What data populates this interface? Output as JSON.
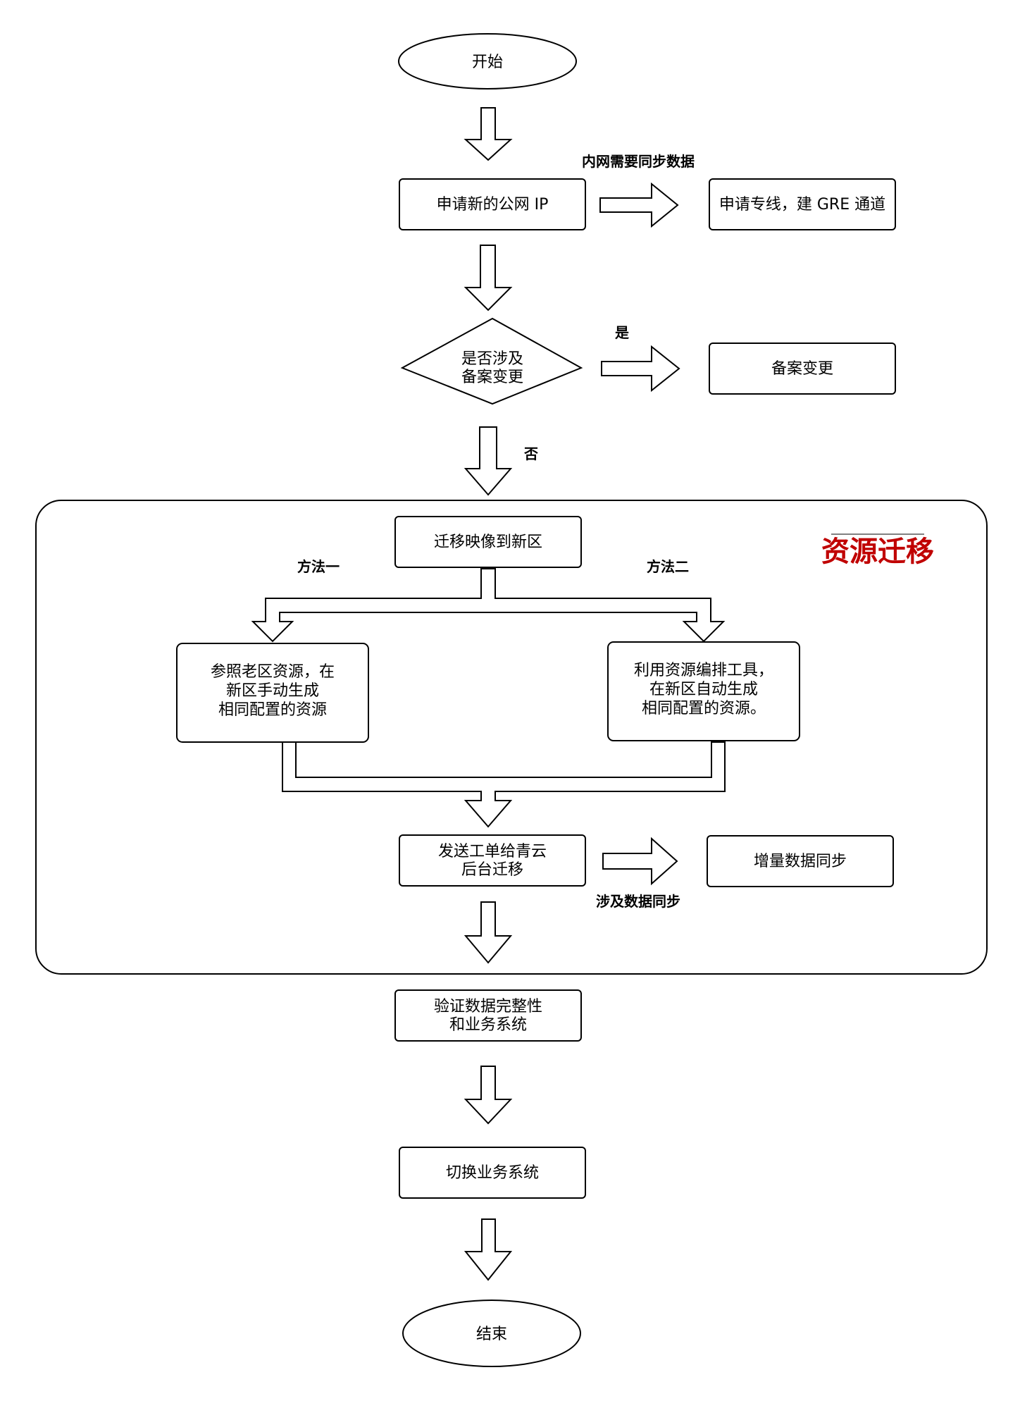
{
  "colors": {
    "stroke": "#000000",
    "fill": "#ffffff",
    "group_title": "#c00000"
  },
  "nodes": {
    "start": "开始",
    "apply_ip": "申请新的公网 IP",
    "private_line": "申请专线，建 GRE 通道",
    "decision_line1": "是否涉及",
    "decision_line2": "备案变更",
    "filing_change": "备案变更",
    "migrate_image": "迁移映像到新区",
    "manual_line1": "参照老区资源，在",
    "manual_line2": "新区手动生成",
    "manual_line3": "相同配置的资源",
    "auto_line1": "利用资源编排工具，",
    "auto_line2": "在新区自动生成",
    "auto_line3": "相同配置的资源。",
    "ticket_line1": "发送工单给青云",
    "ticket_line2": "后台迁移",
    "incremental_sync": "增量数据同步",
    "verify_line1": "验证数据完整性",
    "verify_line2": "和业务系统",
    "switch_system": "切换业务系统",
    "end": "结束"
  },
  "labels": {
    "intranet_sync": "内网需要同步数据",
    "yes": "是",
    "no": "否",
    "method_one": "方法一",
    "method_two": "方法二",
    "data_sync": "涉及数据同步"
  },
  "group": {
    "title": "资源迁移"
  }
}
